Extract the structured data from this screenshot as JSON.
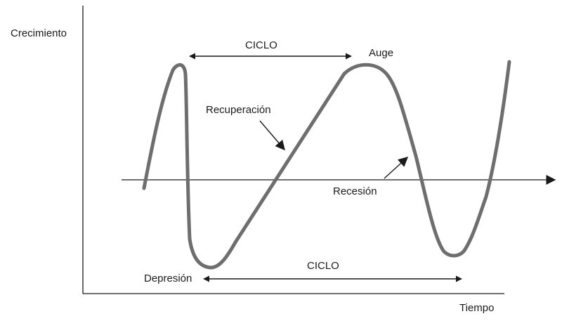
{
  "labels": {
    "y_axis": "Crecimiento",
    "x_axis": "Tiempo",
    "cycle_top": "CICLO",
    "cycle_bottom": "CICLO",
    "peak": "Auge",
    "recovery": "Recuperación",
    "recession": "Recesión",
    "depression": "Depresión"
  },
  "colors": {
    "curve": "#6e6e6e",
    "axis": "#1a1a1a",
    "background": "#ffffff"
  }
}
